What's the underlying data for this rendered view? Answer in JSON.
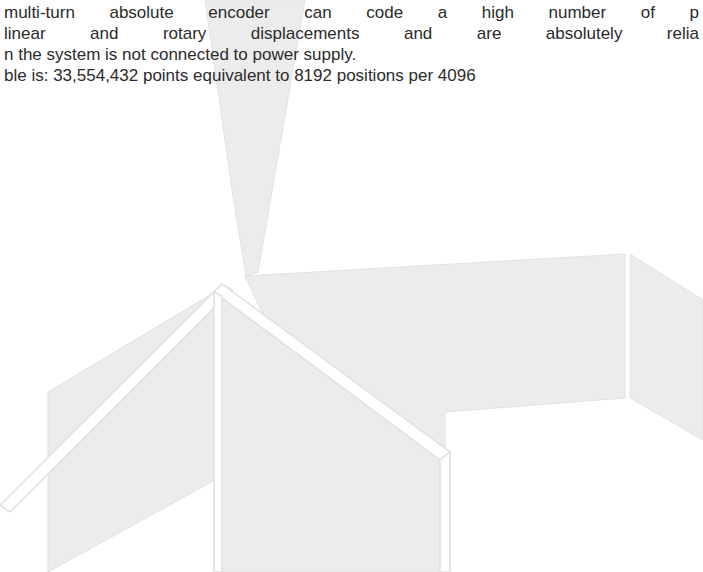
{
  "diagram": {
    "labels": [
      "multi-turn absolute encoder can code a high number of p",
      "linear and rotary displacements and are absolutely relia",
      "n the system is not connected to power supply.",
      "ble is: 33,554,432 points equivalent to 8192 positions per 4096"
    ]
  }
}
